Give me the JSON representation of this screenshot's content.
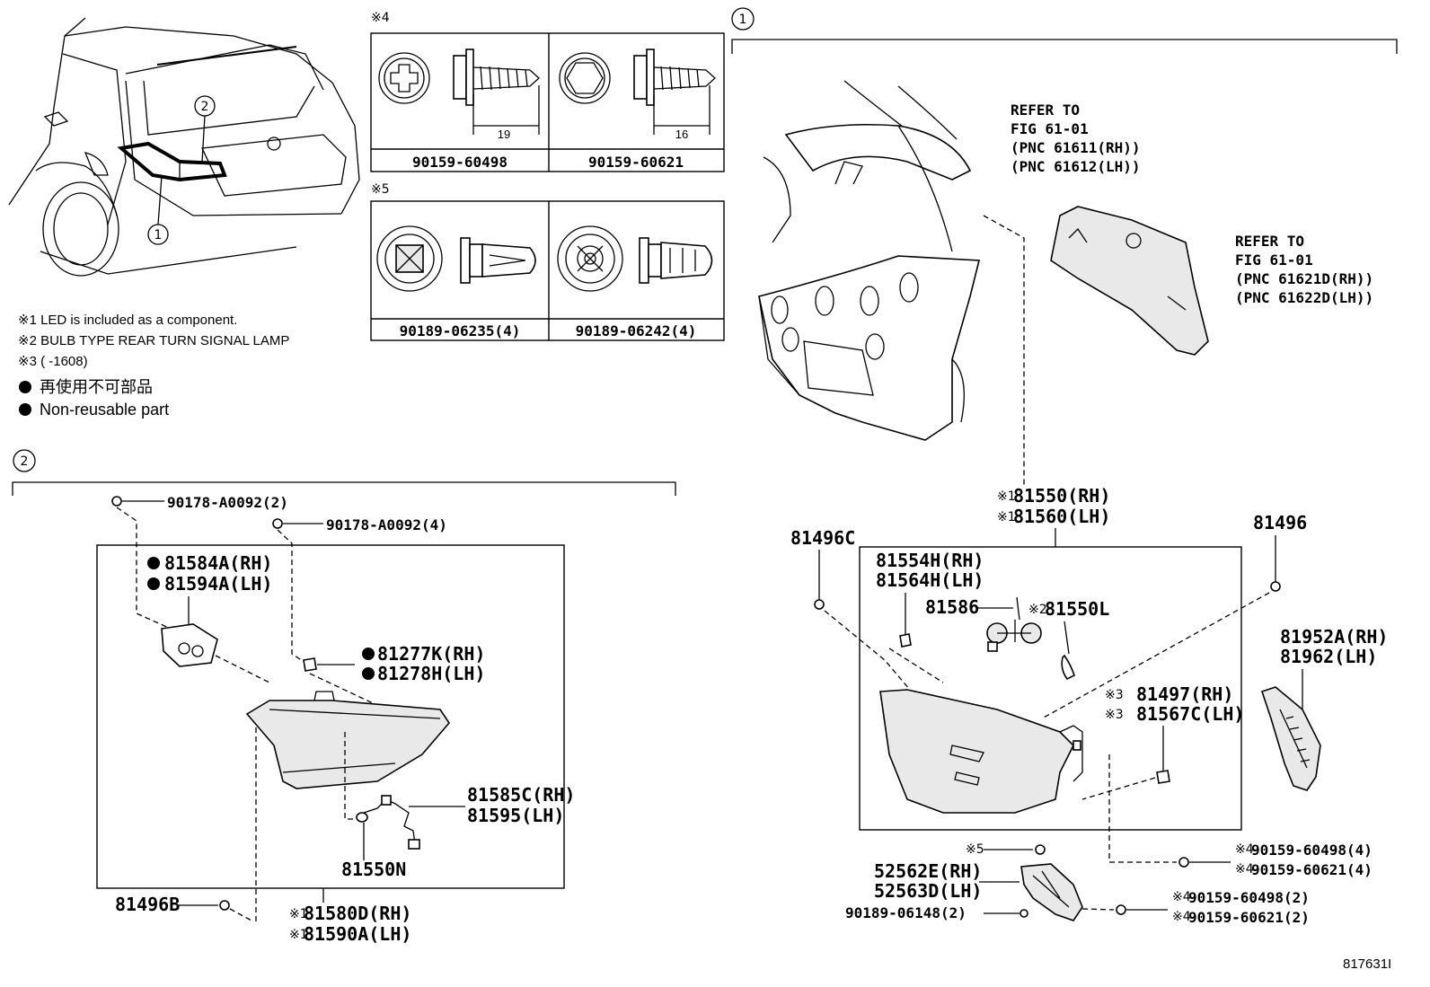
{
  "callouts": {
    "c1": "1",
    "c2": "2"
  },
  "fastener_boxes": {
    "mark4": "※4",
    "mark5": "※5",
    "screw1_part": "90159-60498",
    "screw1_len": "19",
    "screw2_part": "90159-60621",
    "screw2_len": "16",
    "clip1_part": "90189-06235(4)",
    "clip2_part": "90189-06242(4)"
  },
  "legend": {
    "n1": "※1 LED is included as a component.",
    "n2": "※2 BULB TYPE REAR TURN SIGNAL LAMP",
    "n3": "※3 (      -1608)",
    "n4": "再使用不可部品",
    "n5": "Non-reusable part"
  },
  "refs": {
    "r1_l1": "REFER TO",
    "r1_l2": "FIG 61-01",
    "r1_l3": "(PNC 61611(RH))",
    "r1_l4": "(PNC 61612(LH))",
    "r2_l1": "REFER TO",
    "r2_l2": "FIG 61-01",
    "r2_l3": "(PNC 61621D(RH))",
    "r2_l4": "(PNC 61622D(LH))"
  },
  "section2": {
    "p1": "90178-A0092(2)",
    "p2": "90178-A0092(4)",
    "p3": "81584A(RH)",
    "p4": "81594A(LH)",
    "p5": "81277K(RH)",
    "p6": "81278H(LH)",
    "p7": "81585C(RH)",
    "p8": "81595(LH)",
    "p9": "81550N",
    "p10": "81496B",
    "p11": "81580D(RH)",
    "p12": "81590A(LH)",
    "m1": "※1"
  },
  "section1": {
    "a1": "81550(RH)",
    "a2": "81560(LH)",
    "a3": "81496C",
    "a4": "81554H(RH)",
    "a5": "81564H(LH)",
    "a6": "81586",
    "a7": "81550L",
    "a8": "81496",
    "a9": "81952A(RH)",
    "a10": "81962(LH)",
    "a11": "81497(RH)",
    "a12": "81567C(LH)",
    "a13": "90159-60498(4)",
    "a14": "90159-60621(4)",
    "a15": "52562E(RH)",
    "a16": "52563D(LH)",
    "a17": "90189-06148(2)",
    "a18": "90159-60498(2)",
    "a19": "90159-60621(2)",
    "m1": "※1",
    "m2": "※2",
    "m3": "※3",
    "m4": "※4",
    "m5": "※5"
  },
  "figure_id": "817631I"
}
